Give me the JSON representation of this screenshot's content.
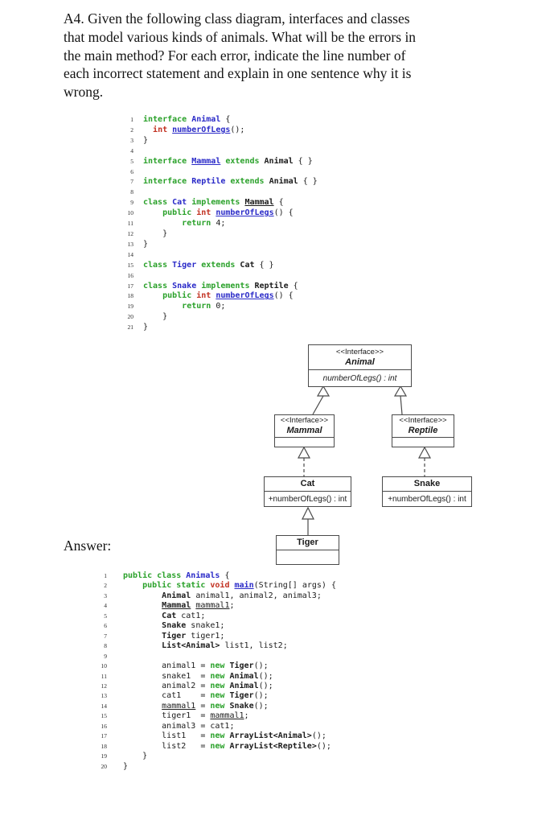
{
  "question": {
    "text": "A4. Given the following class diagram, interfaces and classes\nthat model various kinds of animals. What will be the errors in\nthe main method? For each error, indicate the line number of\neach incorrect statement and explain in one sentence why it is\nwrong."
  },
  "answer_label": "Answer:",
  "colors": {
    "keyword_green": "#2aa12a",
    "type_red": "#c23222",
    "classname_blue": "#2a2ac8",
    "code_black": "#1c1c1c",
    "diagram_line": "#4a4a4a"
  },
  "listing1": {
    "lines": [
      {
        "n": "1",
        "s": [
          [
            "k",
            "interface "
          ],
          [
            "d",
            "Animal"
          ],
          [
            "p",
            " {"
          ]
        ]
      },
      {
        "n": "2",
        "s": [
          [
            "p",
            "  "
          ],
          [
            "t",
            "int"
          ],
          [
            "p",
            " "
          ],
          [
            "du",
            "numberOfLegs"
          ],
          [
            "p",
            "();"
          ]
        ]
      },
      {
        "n": "3",
        "s": [
          [
            "p",
            "}"
          ]
        ]
      },
      {
        "n": "4",
        "s": []
      },
      {
        "n": "5",
        "s": [
          [
            "k",
            "interface "
          ],
          [
            "du",
            "Mammal"
          ],
          [
            "k",
            " extends "
          ],
          [
            "b",
            "Animal"
          ],
          [
            "p",
            " { }"
          ]
        ]
      },
      {
        "n": "6",
        "s": []
      },
      {
        "n": "7",
        "s": [
          [
            "k",
            "interface "
          ],
          [
            "d",
            "Reptile"
          ],
          [
            "k",
            " extends "
          ],
          [
            "b",
            "Animal"
          ],
          [
            "p",
            " { }"
          ]
        ]
      },
      {
        "n": "8",
        "s": []
      },
      {
        "n": "9",
        "s": [
          [
            "k",
            "class "
          ],
          [
            "d",
            "Cat"
          ],
          [
            "k",
            " implements "
          ],
          [
            "bu",
            "Mammal"
          ],
          [
            "p",
            " {"
          ]
        ]
      },
      {
        "n": "10",
        "s": [
          [
            "p",
            "    "
          ],
          [
            "k",
            "public "
          ],
          [
            "t",
            "int"
          ],
          [
            "p",
            " "
          ],
          [
            "du",
            "numberOfLegs"
          ],
          [
            "p",
            "() {"
          ]
        ]
      },
      {
        "n": "11",
        "s": [
          [
            "p",
            "        "
          ],
          [
            "k",
            "return"
          ],
          [
            "p",
            " 4;"
          ]
        ]
      },
      {
        "n": "12",
        "s": [
          [
            "p",
            "    }"
          ]
        ]
      },
      {
        "n": "13",
        "s": [
          [
            "p",
            "}"
          ]
        ]
      },
      {
        "n": "14",
        "s": []
      },
      {
        "n": "15",
        "s": [
          [
            "k",
            "class "
          ],
          [
            "d",
            "Tiger"
          ],
          [
            "k",
            " extends "
          ],
          [
            "b",
            "Cat"
          ],
          [
            "p",
            " { }"
          ]
        ]
      },
      {
        "n": "16",
        "s": []
      },
      {
        "n": "17",
        "s": [
          [
            "k",
            "class "
          ],
          [
            "d",
            "Snake"
          ],
          [
            "k",
            " implements "
          ],
          [
            "b",
            "Reptile"
          ],
          [
            "p",
            " {"
          ]
        ]
      },
      {
        "n": "18",
        "s": [
          [
            "p",
            "    "
          ],
          [
            "k",
            "public "
          ],
          [
            "t",
            "int"
          ],
          [
            "p",
            " "
          ],
          [
            "du",
            "numberOfLegs"
          ],
          [
            "p",
            "() {"
          ]
        ]
      },
      {
        "n": "19",
        "s": [
          [
            "p",
            "        "
          ],
          [
            "k",
            "return"
          ],
          [
            "p",
            " 0;"
          ]
        ]
      },
      {
        "n": "20",
        "s": [
          [
            "p",
            "    }"
          ]
        ]
      },
      {
        "n": "21",
        "s": [
          [
            "p",
            "}"
          ]
        ]
      }
    ]
  },
  "listing2": {
    "lines": [
      {
        "n": "1",
        "s": [
          [
            "k",
            "public class "
          ],
          [
            "d",
            "Animals"
          ],
          [
            "p",
            " {"
          ]
        ]
      },
      {
        "n": "2",
        "s": [
          [
            "p",
            "    "
          ],
          [
            "k",
            "public static "
          ],
          [
            "t",
            "void"
          ],
          [
            "p",
            " "
          ],
          [
            "du",
            "main"
          ],
          [
            "p",
            "(String[] args) {"
          ]
        ]
      },
      {
        "n": "3",
        "s": [
          [
            "p",
            "        "
          ],
          [
            "b",
            "Animal"
          ],
          [
            "p",
            " animal1, animal2, animal3;"
          ]
        ]
      },
      {
        "n": "4",
        "s": [
          [
            "p",
            "        "
          ],
          [
            "bu",
            "Mammal"
          ],
          [
            "p",
            " "
          ],
          [
            "pu",
            "mammal1"
          ],
          [
            "p",
            ";"
          ]
        ]
      },
      {
        "n": "5",
        "s": [
          [
            "p",
            "        "
          ],
          [
            "b",
            "Cat"
          ],
          [
            "p",
            " cat1;"
          ]
        ]
      },
      {
        "n": "6",
        "s": [
          [
            "p",
            "        "
          ],
          [
            "b",
            "Snake"
          ],
          [
            "p",
            " snake1;"
          ]
        ]
      },
      {
        "n": "7",
        "s": [
          [
            "p",
            "        "
          ],
          [
            "b",
            "Tiger"
          ],
          [
            "p",
            " tiger1;"
          ]
        ]
      },
      {
        "n": "8",
        "s": [
          [
            "p",
            "        "
          ],
          [
            "b",
            "List<Animal>"
          ],
          [
            "p",
            " list1, list2;"
          ]
        ]
      },
      {
        "n": "9",
        "s": []
      },
      {
        "n": "10",
        "s": [
          [
            "p",
            "        animal1 = "
          ],
          [
            "k",
            "new "
          ],
          [
            "b",
            "Tiger"
          ],
          [
            "p",
            "();"
          ]
        ]
      },
      {
        "n": "11",
        "s": [
          [
            "p",
            "        snake1  = "
          ],
          [
            "k",
            "new "
          ],
          [
            "b",
            "Animal"
          ],
          [
            "p",
            "();"
          ]
        ]
      },
      {
        "n": "12",
        "s": [
          [
            "p",
            "        animal2 = "
          ],
          [
            "k",
            "new "
          ],
          [
            "b",
            "Animal"
          ],
          [
            "p",
            "();"
          ]
        ]
      },
      {
        "n": "13",
        "s": [
          [
            "p",
            "        cat1    = "
          ],
          [
            "k",
            "new "
          ],
          [
            "b",
            "Tiger"
          ],
          [
            "p",
            "();"
          ]
        ]
      },
      {
        "n": "14",
        "s": [
          [
            "p",
            "        "
          ],
          [
            "pu",
            "mammal1"
          ],
          [
            "p",
            " = "
          ],
          [
            "k",
            "new "
          ],
          [
            "b",
            "Snake"
          ],
          [
            "p",
            "();"
          ]
        ]
      },
      {
        "n": "15",
        "s": [
          [
            "p",
            "        tiger1  = "
          ],
          [
            "pu",
            "mammal1"
          ],
          [
            "p",
            ";"
          ]
        ]
      },
      {
        "n": "16",
        "s": [
          [
            "p",
            "        animal3 = cat1;"
          ]
        ]
      },
      {
        "n": "17",
        "s": [
          [
            "p",
            "        list1   = "
          ],
          [
            "k",
            "new "
          ],
          [
            "b",
            "ArrayList<Animal>"
          ],
          [
            "p",
            "();"
          ]
        ]
      },
      {
        "n": "18",
        "s": [
          [
            "p",
            "        list2   = "
          ],
          [
            "k",
            "new "
          ],
          [
            "b",
            "ArrayList<Reptile>"
          ],
          [
            "p",
            "();"
          ]
        ]
      },
      {
        "n": "19",
        "s": [
          [
            "p",
            "    }"
          ]
        ]
      },
      {
        "n": "20",
        "s": [
          [
            "p",
            "}"
          ]
        ]
      }
    ]
  },
  "uml": {
    "classes": [
      {
        "stereotype": "<<Interface>>",
        "name": "Animal",
        "members": [
          "numberOfLegs() : int"
        ]
      },
      {
        "stereotype": "<<Interface>>",
        "name": "Mammal",
        "members": []
      },
      {
        "stereotype": "<<Interface>>",
        "name": "Reptile",
        "members": []
      },
      {
        "stereotype": "",
        "name": "Cat",
        "members": [
          "+numberOfLegs() : int"
        ]
      },
      {
        "stereotype": "",
        "name": "Snake",
        "members": [
          "+numberOfLegs() : int"
        ]
      },
      {
        "stereotype": "",
        "name": "Tiger",
        "members": []
      }
    ],
    "relations": [
      {
        "from": "Mammal",
        "to": "Animal",
        "type": "extends",
        "line": "solid"
      },
      {
        "from": "Reptile",
        "to": "Animal",
        "type": "extends",
        "line": "solid"
      },
      {
        "from": "Cat",
        "to": "Mammal",
        "type": "implements",
        "line": "dashed"
      },
      {
        "from": "Snake",
        "to": "Reptile",
        "type": "implements",
        "line": "dashed"
      },
      {
        "from": "Tiger",
        "to": "Cat",
        "type": "extends",
        "line": "solid"
      }
    ]
  }
}
